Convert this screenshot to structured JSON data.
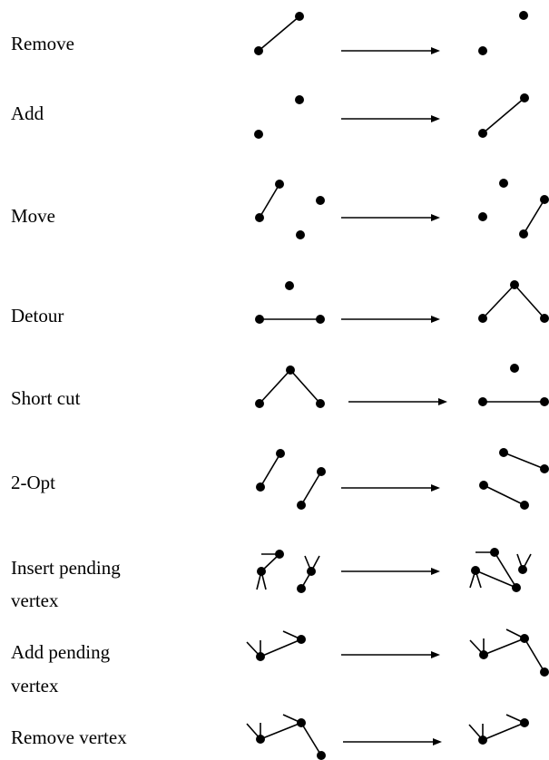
{
  "operations": [
    {
      "label": "Remove"
    },
    {
      "label": "Add"
    },
    {
      "label": "Move"
    },
    {
      "label": "Detour"
    },
    {
      "label": "Short cut"
    },
    {
      "label": "2-Opt"
    },
    {
      "label_line1": "Insert pending",
      "label_line2": "vertex"
    },
    {
      "label_line1": "Add pending",
      "label_line2": "vertex"
    },
    {
      "label": "Remove vertex"
    }
  ]
}
